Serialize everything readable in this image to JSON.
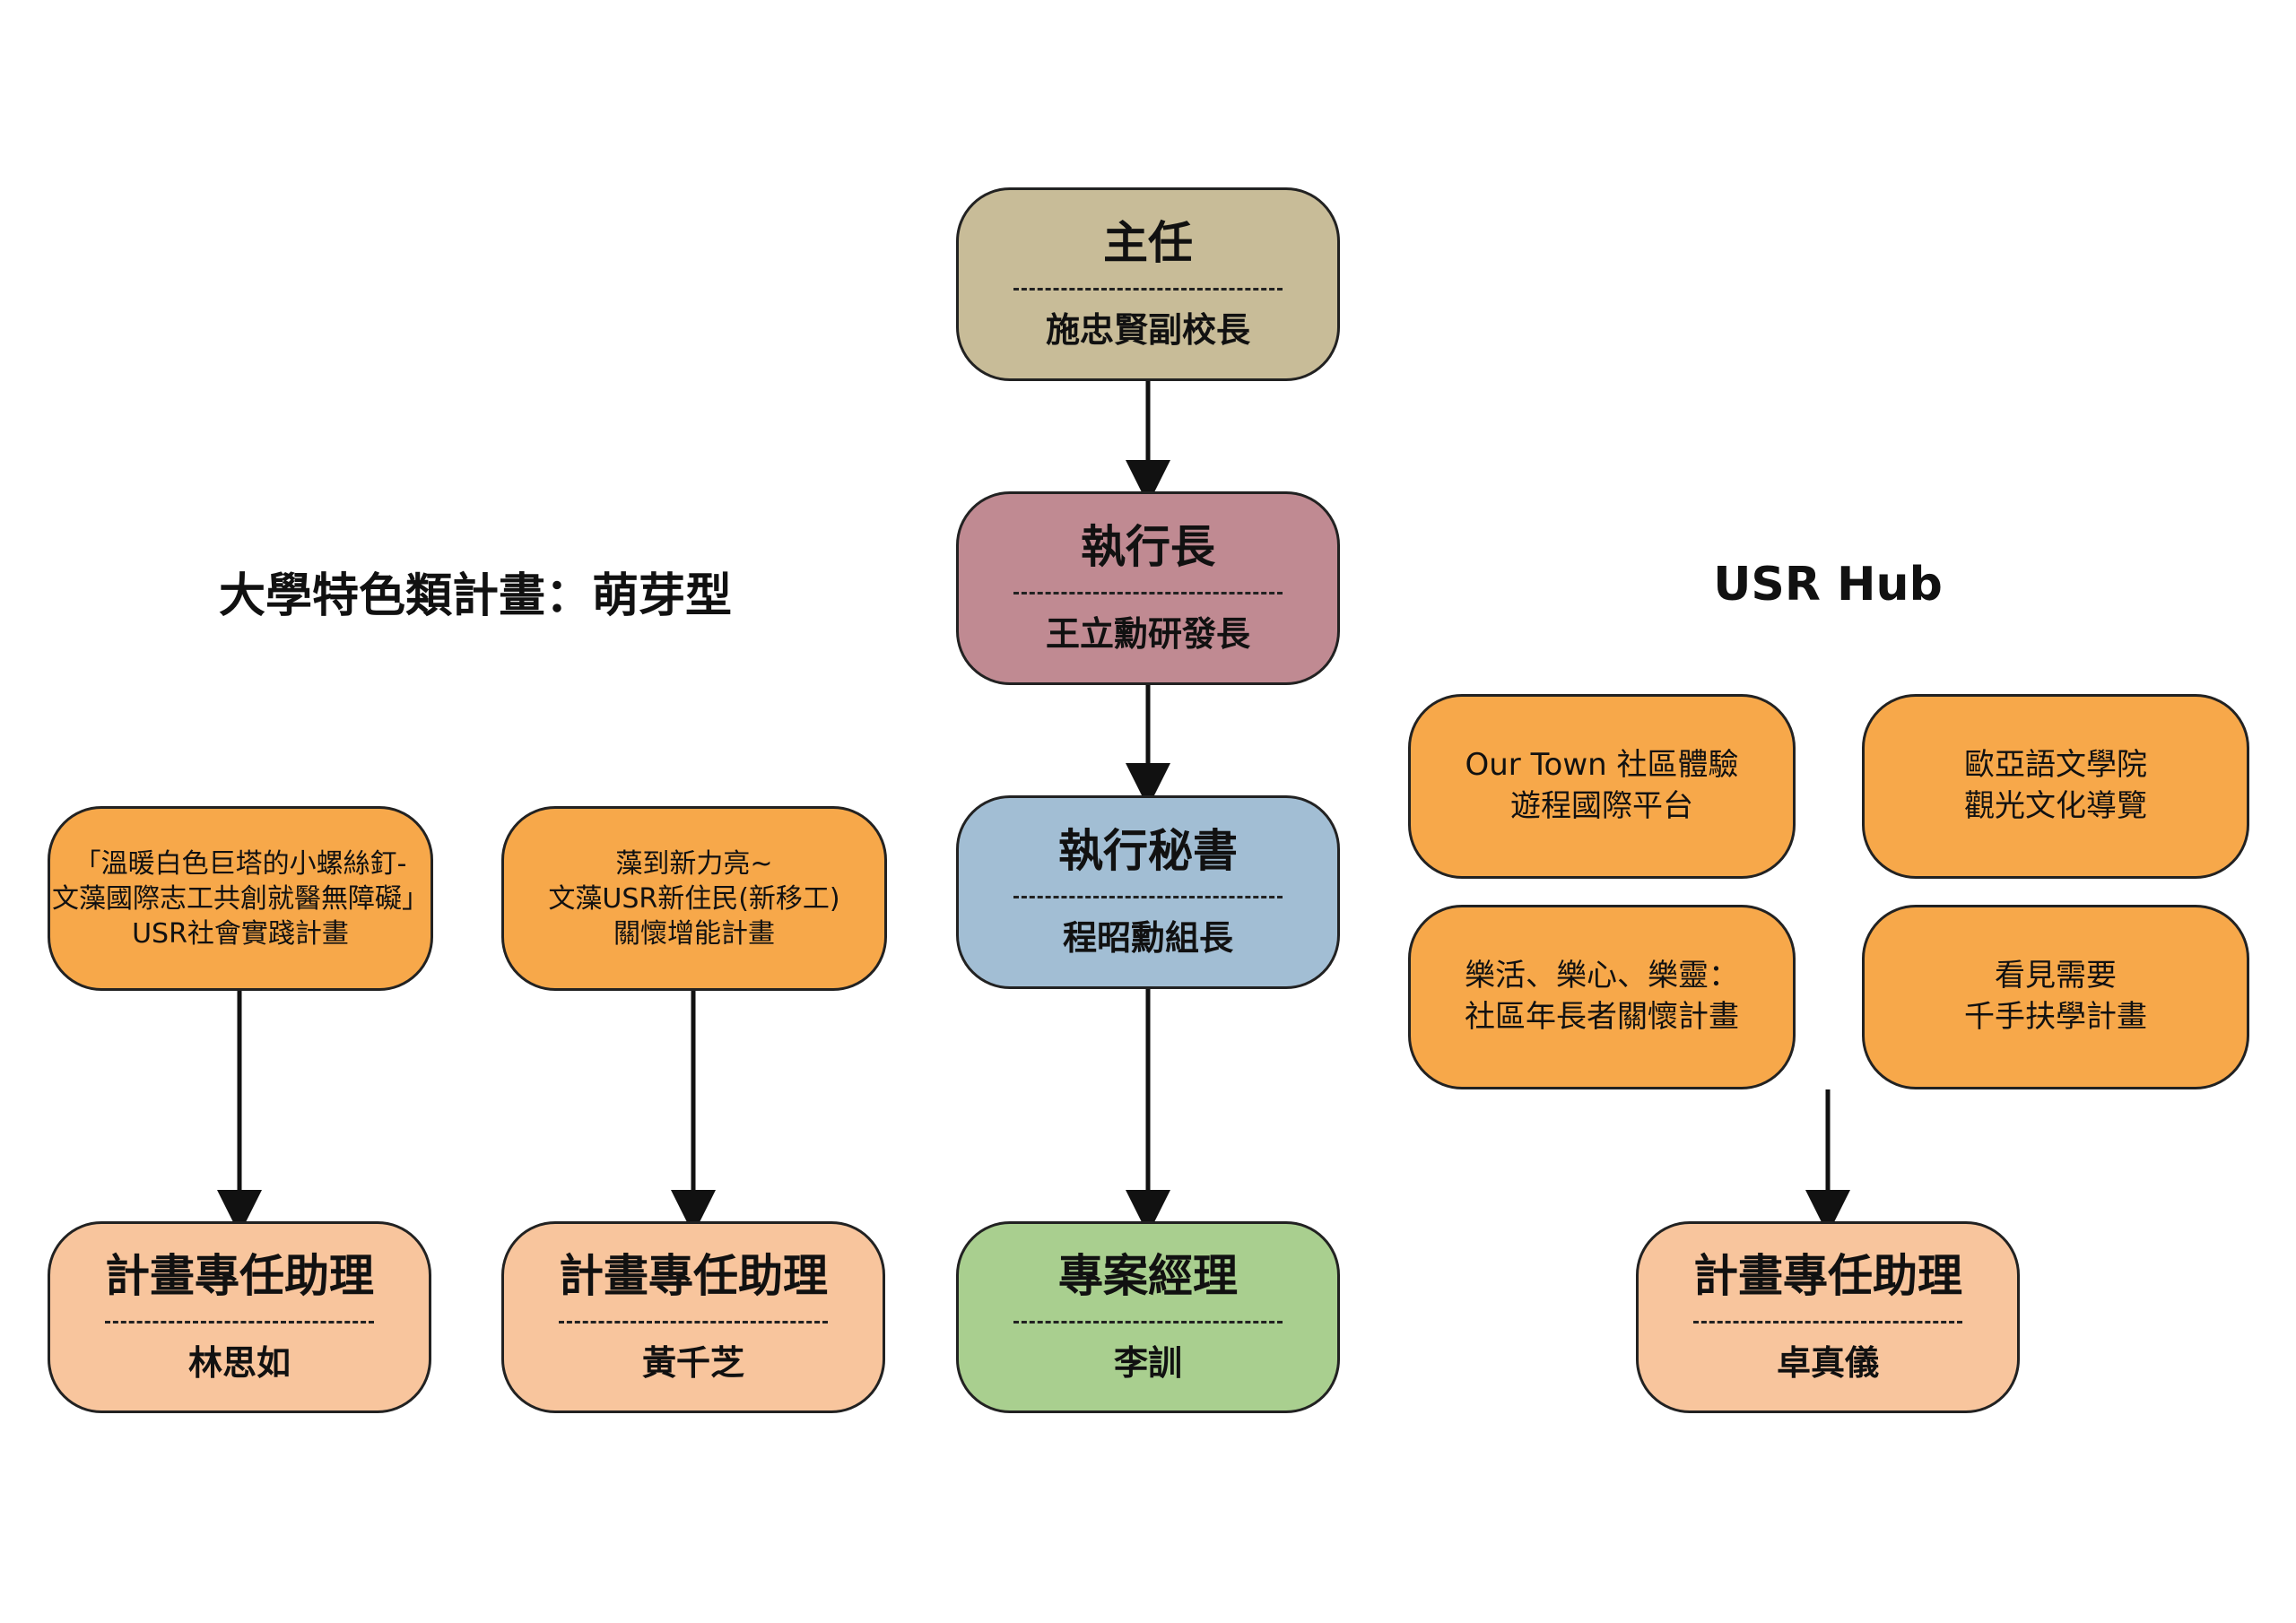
{
  "sections": {
    "left_title": "大學特色類計畫：萌芽型",
    "right_title": "USR Hub"
  },
  "center": {
    "director": {
      "role": "主任",
      "name": "施忠賢副校長"
    },
    "ceo": {
      "role": "執行長",
      "name": "王立勳研發長"
    },
    "secretary": {
      "role": "執行秘書",
      "name": "程昭勳組長"
    },
    "manager": {
      "role": "專案經理",
      "name": "李訓"
    }
  },
  "left_projects": [
    {
      "lines": [
        "「溫暖白色巨塔的小螺絲釘-",
        "文藻國際志工共創就醫無障礙」",
        "USR社會實踐計畫"
      ]
    },
    {
      "lines": [
        "藻到新力亮~",
        "文藻USR新住民(新移工)",
        "關懷增能計畫"
      ]
    }
  ],
  "left_assistants": [
    {
      "role": "計畫專任助理",
      "name": "林思如"
    },
    {
      "role": "計畫專任助理",
      "name": "黃千芝"
    }
  ],
  "hub_projects": [
    {
      "lines": [
        "Our Town 社區體驗",
        "遊程國際平台"
      ]
    },
    {
      "lines": [
        "歐亞語文學院",
        "觀光文化導覽"
      ]
    },
    {
      "lines": [
        "樂活、樂心、樂靈：",
        "社區年長者關懷計畫"
      ]
    },
    {
      "lines": [
        "看見需要",
        "千手扶學計畫"
      ]
    }
  ],
  "hub_assistant": {
    "role": "計畫專任助理",
    "name": "卓真儀"
  },
  "colors": {
    "director": "#c8bc98",
    "ceo": "#c08a92",
    "secretary": "#a2bed4",
    "manager": "#a9cf8f",
    "project": "#f7a84a",
    "assistant": "#f8c59d"
  }
}
